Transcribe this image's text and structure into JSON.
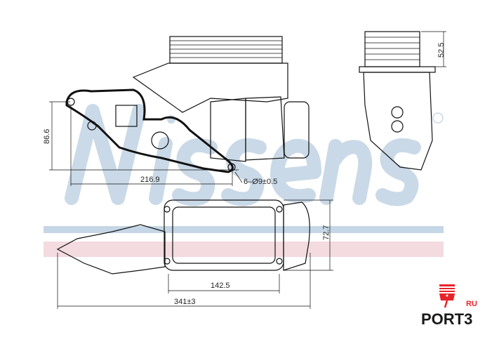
{
  "watermark": {
    "brand": "Nissens",
    "registered": "®",
    "colors": {
      "brand_blue": "#b9cde0",
      "band_pink": "#f0d2d8",
      "band_blue": "#c5d6e6"
    }
  },
  "dimensions": {
    "height_front": "86.6",
    "width_front": "216.9",
    "holes": "6–Ø9±0.5",
    "side_height": "52.5",
    "cooler_height": "72.7",
    "cooler_width": "142.5",
    "overall_length": "341±3"
  },
  "logo": {
    "name": "PORT3",
    "suffix": "RU",
    "accent": "#e8232a"
  }
}
